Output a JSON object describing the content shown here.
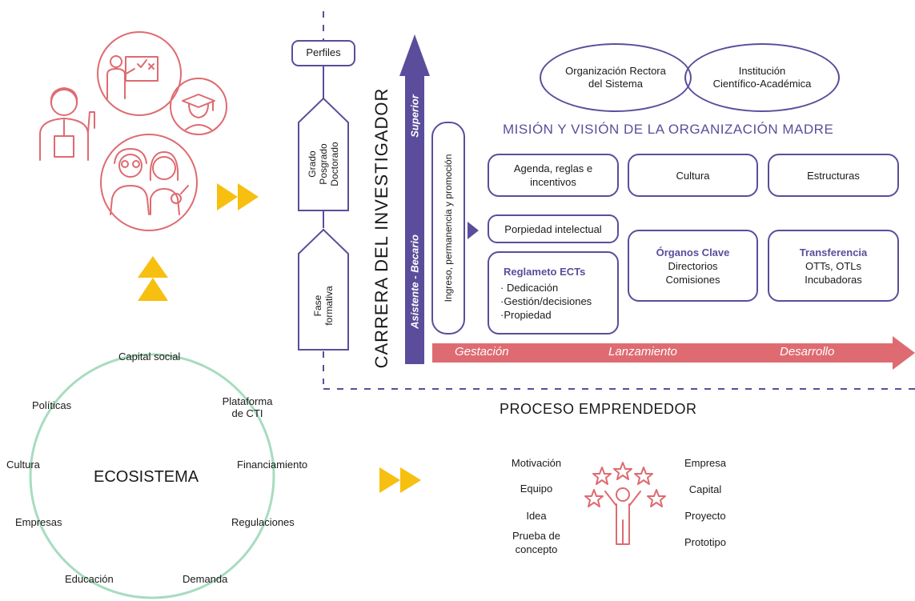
{
  "career": {
    "vertical_title": "CARRERA DEL INVESTIGADOR",
    "arrow_top_label": "Superior",
    "arrow_bottom_label": "Asistente - Becario",
    "perfiles": "Perfiles",
    "grado_lines": [
      "Grado",
      "Posgrado",
      "Doctorado"
    ],
    "fase_lines": [
      "Fase",
      "formativa"
    ],
    "ingreso": "Ingreso, permanencia y promoción"
  },
  "organization": {
    "ellipse_left_lines": [
      "Organización Rectora",
      "del Sistema"
    ],
    "ellipse_right_lines": [
      "Institución",
      "Científico-Académica"
    ],
    "heading": "MISIÓN Y VISIÓN DE LA ORGANIZACIÓN MADRE",
    "agenda_lines": [
      "Agenda, reglas e",
      "incentivos"
    ],
    "cultura": "Cultura",
    "estructuras": "Estructuras",
    "propiedad": "Porpiedad intelectual",
    "reglamento": {
      "title": "Reglameto ECTs",
      "items": [
        "· Dedicación",
        "·Gestión/decisiones",
        "·Propiedad"
      ]
    },
    "organos": {
      "title": "Órganos Clave",
      "items": [
        "Directorios",
        "Comisiones"
      ]
    },
    "transferencia": {
      "title": "Transferencia",
      "items": [
        "OTTs, OTLs",
        "Incubadoras"
      ]
    }
  },
  "process": {
    "phases": [
      "Gestación",
      "Lanzamiento",
      "Desarrollo"
    ],
    "title": "PROCESO EMPRENDEDOR",
    "left_items": [
      "Motivación",
      "Equipo",
      "Idea",
      "Prueba de concepto"
    ],
    "right_items": [
      "Empresa",
      "Capital",
      "Proyecto",
      "Prototipo"
    ]
  },
  "ecosystem": {
    "title": "ECOSISTEMA",
    "items": {
      "capital_social": "Capital social",
      "politicas": "Políticas",
      "plataforma_lines": [
        "Plataforma",
        "de CTI"
      ],
      "cultura": "Cultura",
      "financiamiento": "Financiamiento",
      "empresas": "Empresas",
      "regulaciones": "Regulaciones",
      "educacion": "Educación",
      "demanda": "Demanda"
    }
  },
  "colors": {
    "purple": "#5b4d9b",
    "salmon": "#de6b71",
    "yellow": "#f7bf10",
    "green": "#a7dcc0"
  },
  "icons": [
    "teacher-icon",
    "board-teacher-icon",
    "graduate-icon",
    "elders-researchers-icon",
    "achiever-stars-icon",
    "fast-forward-icon",
    "up-arrows-icon"
  ]
}
